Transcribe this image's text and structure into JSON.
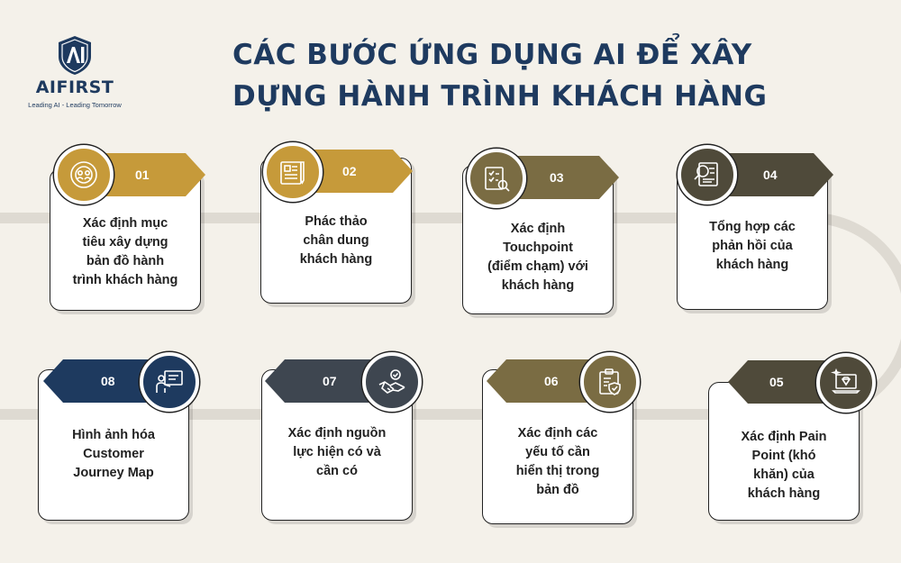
{
  "logo": {
    "brand": "AIFIRST",
    "tagline": "Leading AI - Leading Tomorrow"
  },
  "title": {
    "line1": "CÁC BƯỚC ỨNG DỤNG AI ĐỂ XÂY",
    "line2": "DỰNG HÀNH TRÌNH KHÁCH HÀNG"
  },
  "colors": {
    "navy": "#1e3a5f",
    "gold": "#c69a3a",
    "olive": "#7a6c43",
    "taupe": "#4f4a3a",
    "slate": "#3e4650",
    "background": "#f4f1ea"
  },
  "steps": [
    {
      "num": "01",
      "icon": "target-people-icon",
      "text": [
        "Xác định mục",
        "tiêu xây dựng",
        "bản đồ hành",
        "trình khách hàng"
      ]
    },
    {
      "num": "02",
      "icon": "profile-document-icon",
      "text": [
        "Phác thảo",
        "chân dung",
        "khách hàng"
      ]
    },
    {
      "num": "03",
      "icon": "checklist-search-icon",
      "text": [
        "Xác định",
        "Touchpoint",
        "(điểm chạm) với",
        "khách hàng"
      ]
    },
    {
      "num": "04",
      "icon": "magnifier-document-icon",
      "text": [
        "Tổng hợp các",
        "phản hồi của",
        "khách hàng"
      ]
    },
    {
      "num": "05",
      "icon": "laptop-diamond-icon",
      "text": [
        "Xác định Pain",
        "Point (khó",
        "khăn) của",
        "khách hàng"
      ]
    },
    {
      "num": "06",
      "icon": "clipboard-shield-icon",
      "text": [
        "Xác định các",
        "yếu tố cần",
        "hiển thị trong",
        "bản đồ"
      ]
    },
    {
      "num": "07",
      "icon": "handshake-icon",
      "text": [
        "Xác định nguồn",
        "lực hiện có và",
        "cần có"
      ]
    },
    {
      "num": "08",
      "icon": "presentation-person-icon",
      "text": [
        "Hình ảnh hóa",
        "Customer",
        "Journey Map"
      ]
    }
  ]
}
